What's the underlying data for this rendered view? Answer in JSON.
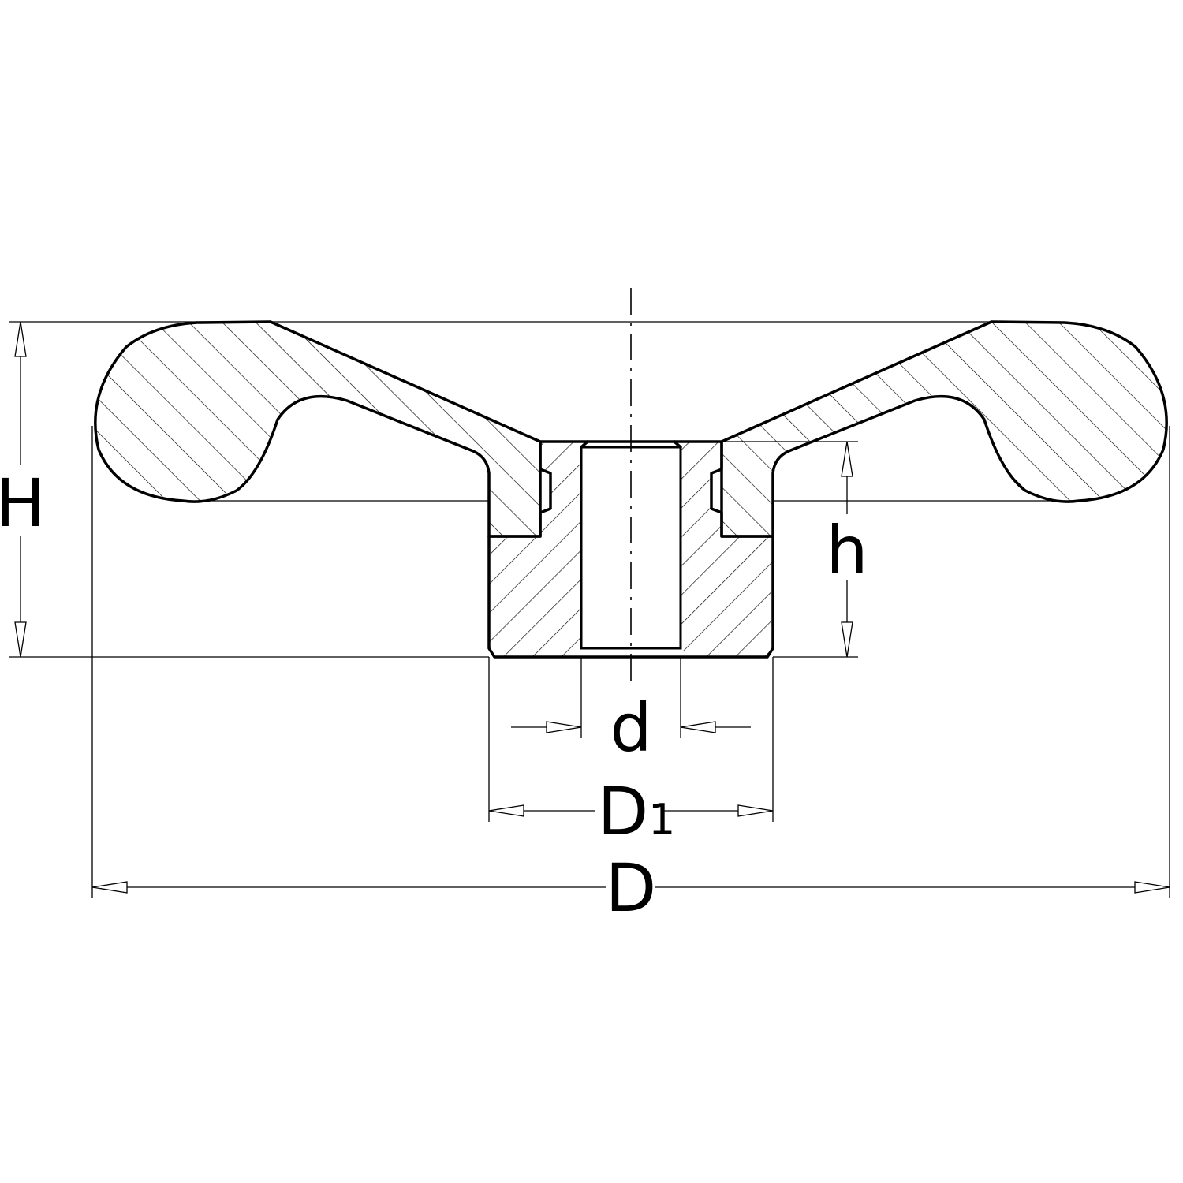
{
  "labels": {
    "H": "H",
    "h": "h",
    "d": "d",
    "D1_main": "D",
    "D1_sub": "1",
    "D": "D"
  }
}
